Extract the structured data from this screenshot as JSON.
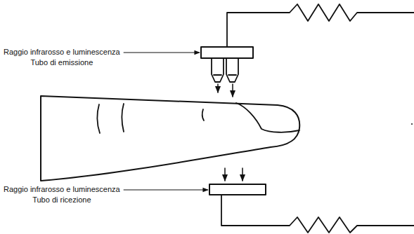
{
  "diagram": {
    "labels": [
      "Raggio infrarosso e luminescenza",
      "Tubo di emissione",
      "Raggio infrarosso e luminescenza",
      "Tubo di ricezione"
    ]
  }
}
